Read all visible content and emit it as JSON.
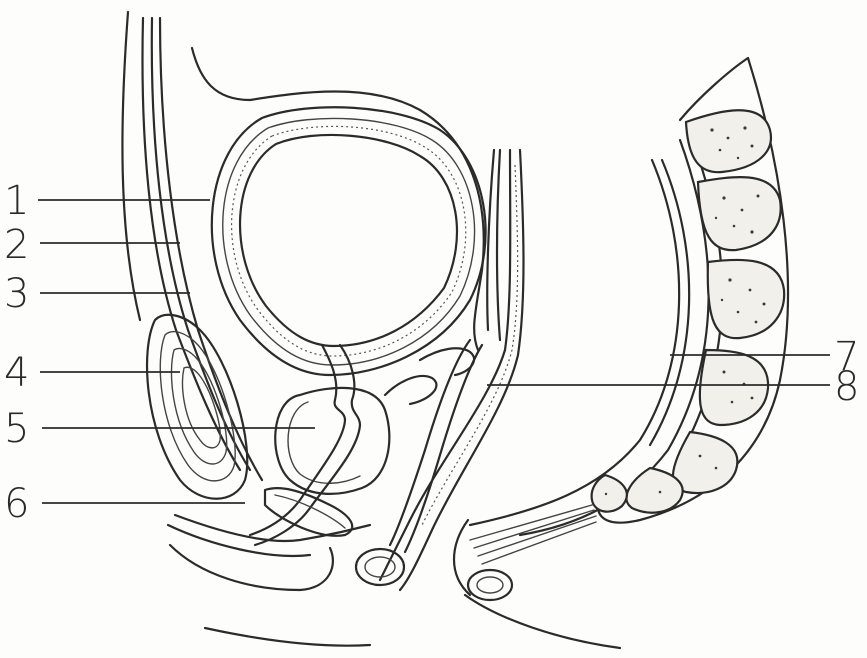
{
  "labels": {
    "left": [
      "1",
      "2",
      "3",
      "4",
      "5",
      "6"
    ],
    "right": [
      "7",
      "8"
    ]
  },
  "colors": {
    "background": "#fdfdfb",
    "ink": "#2b2b2b"
  }
}
